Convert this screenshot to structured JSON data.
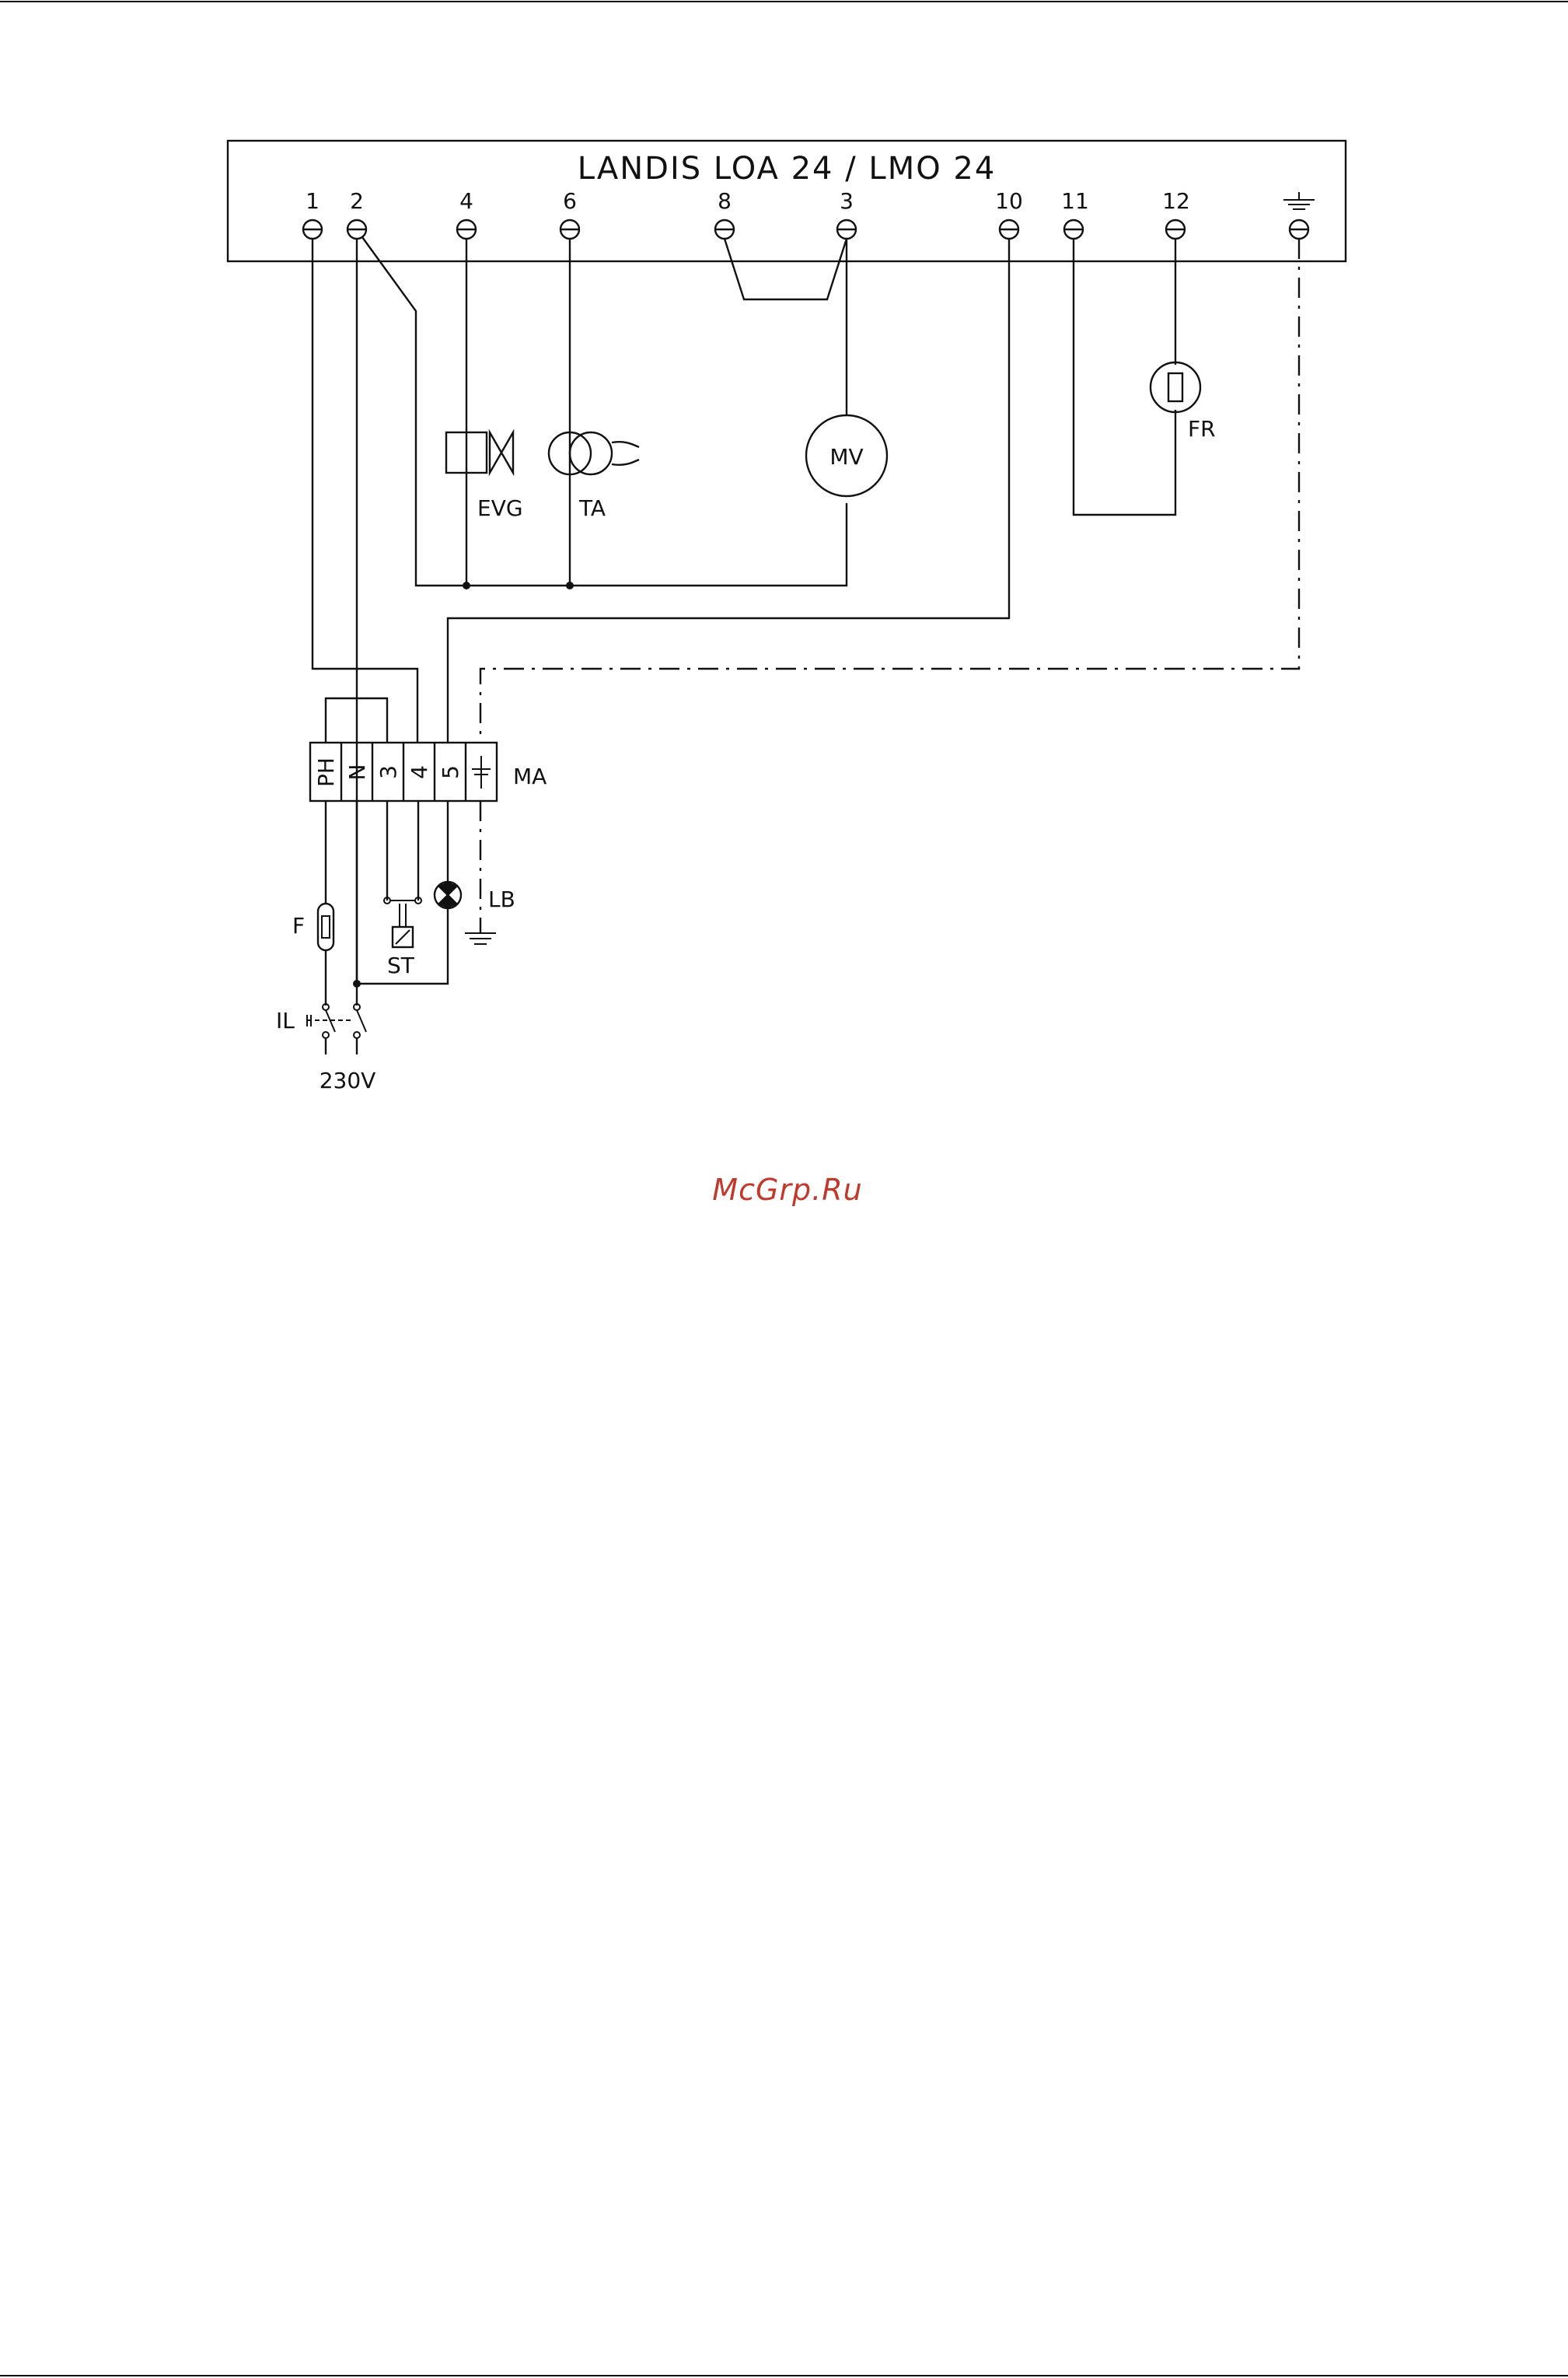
{
  "diagram": {
    "title": "LANDIS LOA 24 / LMO 24",
    "controller_terminals": [
      "1",
      "2",
      "4",
      "6",
      "8",
      "3",
      "10",
      "11",
      "12"
    ],
    "components": {
      "evg": "EVG",
      "ta": "TA",
      "mv": "MV",
      "fr": "FR",
      "ma": "MA",
      "lb": "LB",
      "st": "ST",
      "f": "F",
      "il": "IL"
    },
    "ma_terminals": [
      "PH",
      "N",
      "3",
      "4",
      "5"
    ],
    "supply": "230V"
  },
  "watermark": "McGrp.Ru"
}
